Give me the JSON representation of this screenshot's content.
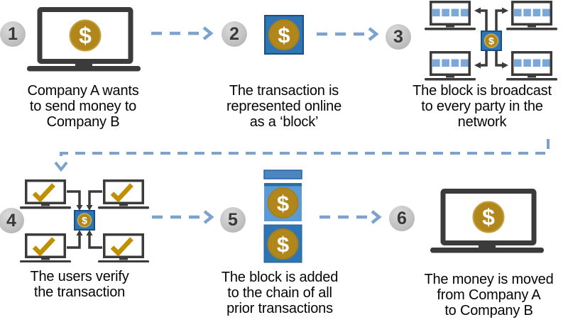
{
  "glyphs": {
    "dollar": "$"
  },
  "colors": {
    "block_blue": "#2e75b6",
    "block_blue_border": "#1c4f80",
    "light_block_blue": "#5b9bd5",
    "chain_bar_blue": "#4c86c0",
    "screen_square_blue": "#7ba7d9",
    "coin_gold": "#b1861b",
    "coin_gold_rim": "#c2a041",
    "check_gold": "#bf9000",
    "laptop_dark_gray": "#3b3b3b",
    "dashed_arrow_blue": "#7ba3cd",
    "number_circle_gray": "#c3c3c3",
    "text_black": "#050505"
  },
  "steps": [
    {
      "number": "1",
      "caption": "Company A wants\nto send money to\nCompany B"
    },
    {
      "number": "2",
      "caption": "The transaction is\nrepresented online\nas a ‘block’"
    },
    {
      "number": "3",
      "caption": "The block is broadcast\nto every party in the\nnetwork"
    },
    {
      "number": "4",
      "caption": "The users verify\nthe transaction"
    },
    {
      "number": "5",
      "caption": "The block is added\nto the chain of all\nprior transactions"
    },
    {
      "number": "6",
      "caption": "The money is moved\nfrom Company A\nto Company B"
    }
  ]
}
